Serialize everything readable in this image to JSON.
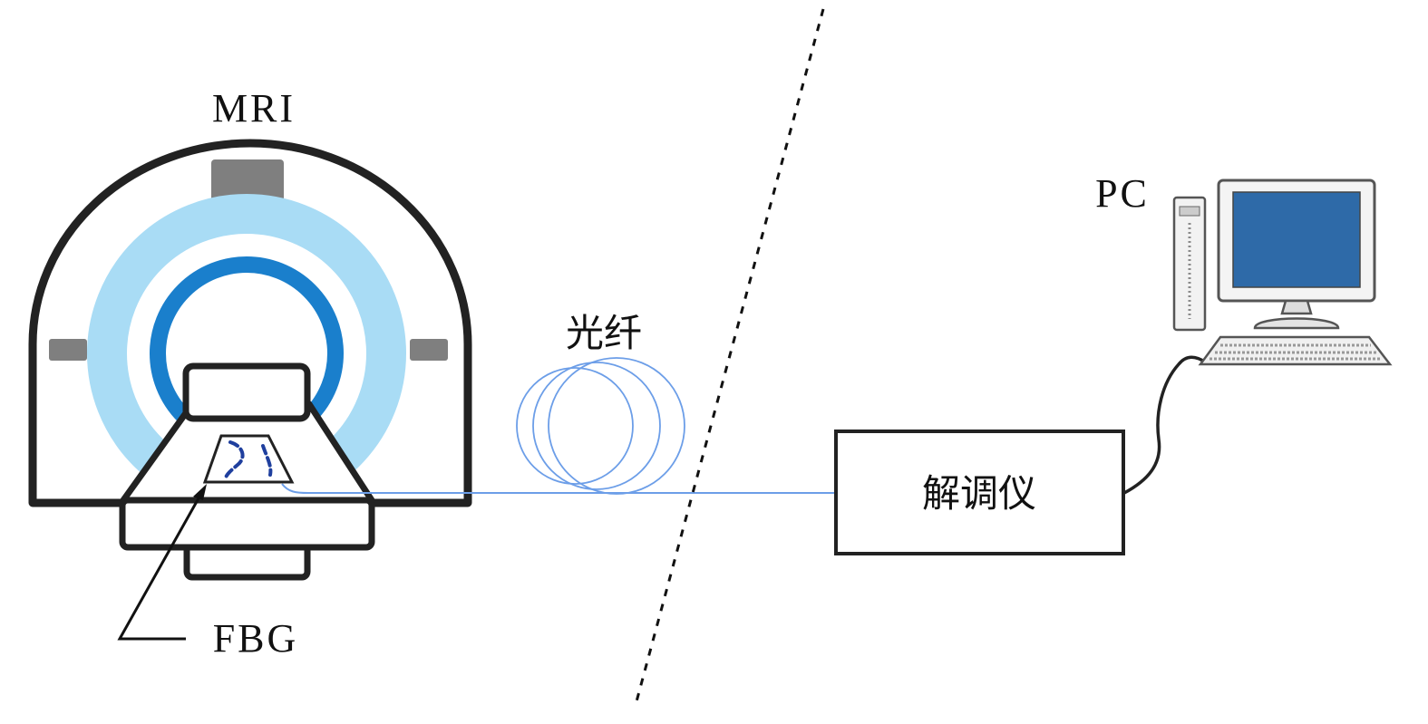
{
  "labels": {
    "mri": "MRI",
    "fiber": "光纤",
    "fbg": "FBG",
    "pc": "PC",
    "demodulator": "解调仪"
  },
  "colors": {
    "outline": "#222222",
    "ring_light": "#a9dcf5",
    "ring_dark": "#1a7fcc",
    "gray_block": "#7f7f7f",
    "fiber": "#6c9ee8",
    "fbg_mark": "#1f3f9e",
    "screen": "#2e6aa8",
    "cable": "#222222"
  },
  "icons": [
    "mri-scanner-icon",
    "fiber-coil-icon",
    "fbg-sensor-icon",
    "computer-icon",
    "demodulator-box"
  ]
}
